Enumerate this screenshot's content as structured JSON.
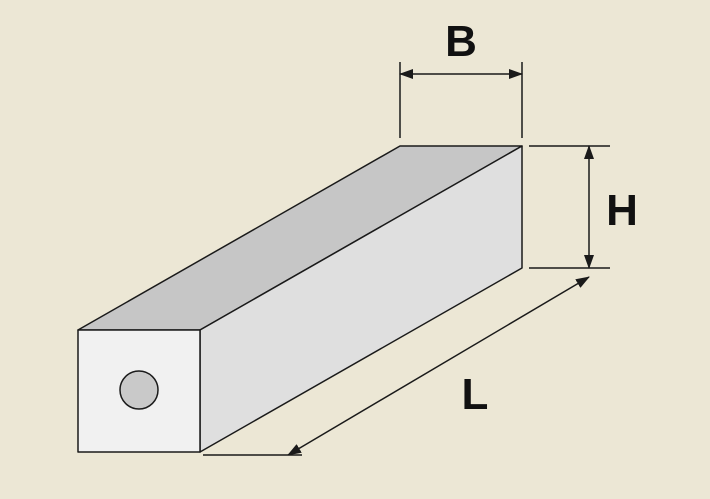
{
  "labels": {
    "width": "B",
    "height": "H",
    "length": "L"
  },
  "colors": {
    "background": "#ECE7D5",
    "top_face": "#C6C6C6",
    "side_face": "#DFDFDF",
    "front_face": "#F1F1F1",
    "hole": "#C9C9C9",
    "outline": "#1A1A1A"
  }
}
